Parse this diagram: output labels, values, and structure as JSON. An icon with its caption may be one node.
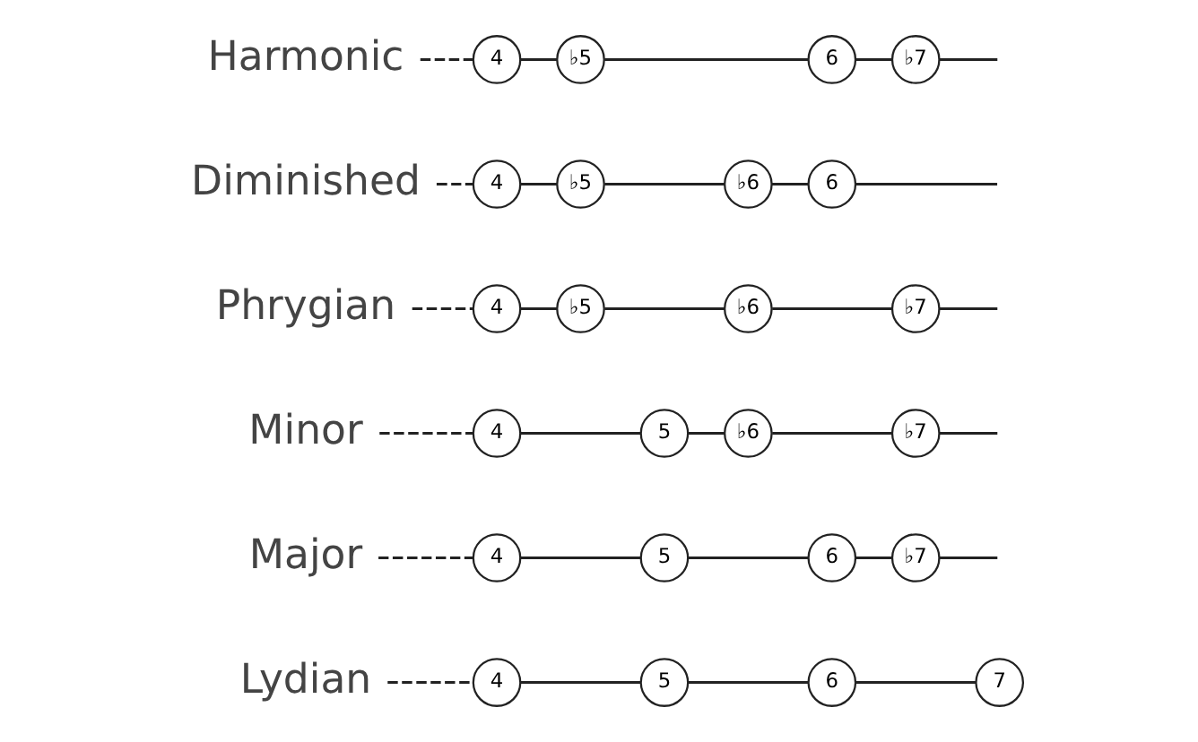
{
  "diagram": {
    "nodes": [
      {
        "text": [
          "Lydian"
        ]
      },
      {
        "text": [
          "4"
        ]
      },
      {
        "text": [
          "5"
        ]
      },
      {
        "text": [
          "6"
        ]
      },
      {
        "text": [
          "7"
        ]
      },
      {
        "text": [
          "Major"
        ]
      },
      {
        "text": [
          "4"
        ]
      },
      {
        "text": [
          "5"
        ]
      },
      {
        "text": [
          "6"
        ]
      },
      {
        "text": [
          "♭7"
        ]
      },
      {
        "text": [
          "Minor"
        ]
      },
      {
        "text": [
          "4"
        ]
      },
      {
        "text": [
          "5"
        ]
      },
      {
        "text": [
          "♭6"
        ]
      },
      {
        "text": [
          "♭7"
        ]
      },
      {
        "text": [
          "Phrygian"
        ]
      },
      {
        "text": [
          "4"
        ]
      },
      {
        "text": [
          "♭5"
        ]
      },
      {
        "text": [
          "♭6"
        ]
      },
      {
        "text": [
          "♭7"
        ]
      },
      {
        "text": [
          "Diminished"
        ]
      },
      {
        "text": [
          "4"
        ]
      },
      {
        "text": [
          "♭5"
        ]
      },
      {
        "text": [
          "♭6"
        ]
      },
      {
        "text": [
          "6"
        ]
      },
      {
        "text": [
          "Harmonic"
        ]
      },
      {
        "text": [
          "4"
        ]
      },
      {
        "text": [
          "♭5"
        ]
      },
      {
        "text": [
          "6"
        ]
      },
      {
        "text": [
          "♭7"
        ]
      }
    ],
    "edges": [
      {
        "from": 0,
        "to": 1,
        "arrow": "none",
        "style": "dashed"
      },
      {
        "from": 1,
        "to": 2,
        "arrow": "none"
      },
      {
        "from": 2,
        "to": 3,
        "arrow": "none"
      },
      {
        "from": 3,
        "to": 4,
        "arrow": "none"
      },
      {
        "from": 5,
        "to": 6,
        "arrow": "none",
        "style": "dashed"
      },
      {
        "from": 6,
        "to": 7,
        "arrow": "none"
      },
      {
        "from": 7,
        "to": 8,
        "arrow": "none"
      },
      {
        "from": 8,
        "to": 9,
        "arrow": "none"
      },
      {
        "from": 9,
        "to": null,
        "arrow": "none"
      },
      {
        "from": 10,
        "to": 11,
        "arrow": "none",
        "style": "dashed"
      },
      {
        "from": 11,
        "to": 12,
        "arrow": "none"
      },
      {
        "from": 12,
        "to": 13,
        "arrow": "none"
      },
      {
        "from": 13,
        "to": 14,
        "arrow": "none"
      },
      {
        "from": 14,
        "to": null,
        "arrow": "none"
      },
      {
        "from": 15,
        "to": 16,
        "arrow": "none",
        "style": "dashed"
      },
      {
        "from": 16,
        "to": 17,
        "arrow": "none"
      },
      {
        "from": 17,
        "to": 18,
        "arrow": "none"
      },
      {
        "from": 18,
        "to": 19,
        "arrow": "none"
      },
      {
        "from": 19,
        "to": null,
        "arrow": "none"
      },
      {
        "from": 20,
        "to": 21,
        "arrow": "none",
        "style": "dashed"
      },
      {
        "from": 21,
        "to": 22,
        "arrow": "none"
      },
      {
        "from": 22,
        "to": 23,
        "arrow": "none"
      },
      {
        "from": 23,
        "to": 24,
        "arrow": "none"
      },
      {
        "from": 24,
        "to": null,
        "arrow": "none"
      },
      {
        "from": 25,
        "to": 26,
        "arrow": "none",
        "style": "dashed"
      },
      {
        "from": 26,
        "to": 27,
        "arrow": "none"
      },
      {
        "from": 27,
        "to": 28,
        "arrow": "none"
      },
      {
        "from": 28,
        "to": 29,
        "arrow": "none"
      },
      {
        "from": 29,
        "to": null,
        "arrow": "none"
      }
    ]
  }
}
